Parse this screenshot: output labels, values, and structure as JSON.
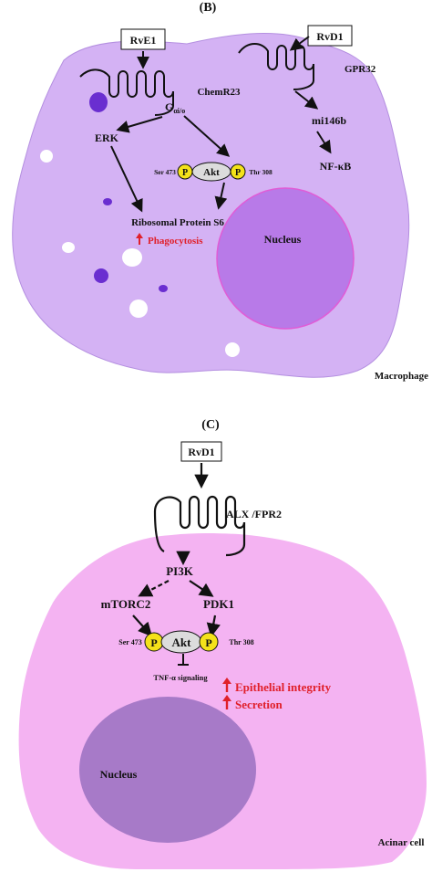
{
  "panel_b": {
    "label": "(B)",
    "ligand_1": "RvE1",
    "ligand_2": "RvD1",
    "receptor_1": "ChemR23",
    "receptor_2": "GPR32",
    "g_protein_main": "G",
    "g_protein_sub": "αi/o",
    "erk": "ERK",
    "mi146b": "mi146b",
    "nfkb": "NF-κB",
    "ser473": "Ser 473",
    "thr308": "Thr 308",
    "p": "P",
    "akt": "Akt",
    "ribosomal": "Ribosomal Protein S6",
    "phagocytosis": "Phagocytosis",
    "nucleus": "Nucleus",
    "cell": "Macrophage"
  },
  "panel_c": {
    "label": "(C)",
    "ligand": "RvD1",
    "receptor": "ALX /FPR2",
    "pi3k": "PI3K",
    "mtorc2": "mTORC2",
    "pdk1": "PDK1",
    "ser473": "Ser 473",
    "thr308": "Thr 308",
    "p": "P",
    "akt": "Akt",
    "tnf": "TNF-α signaling",
    "epithelial": "Epithelial integrity",
    "secretion": "Secretion",
    "nucleus": "Nucleus",
    "cell": "Acinar cell"
  },
  "colors": {
    "macrophage": "#d4b2f4",
    "macrophage_nucleus": "#b87ae8",
    "acinar": "#f4b3f2",
    "acinar_nucleus": "#a77ac8",
    "vesicle": "#6a2ed0",
    "phospho": "#f4e21a",
    "akt": "#dcdcdc",
    "up_arrow": "#e0202a"
  }
}
